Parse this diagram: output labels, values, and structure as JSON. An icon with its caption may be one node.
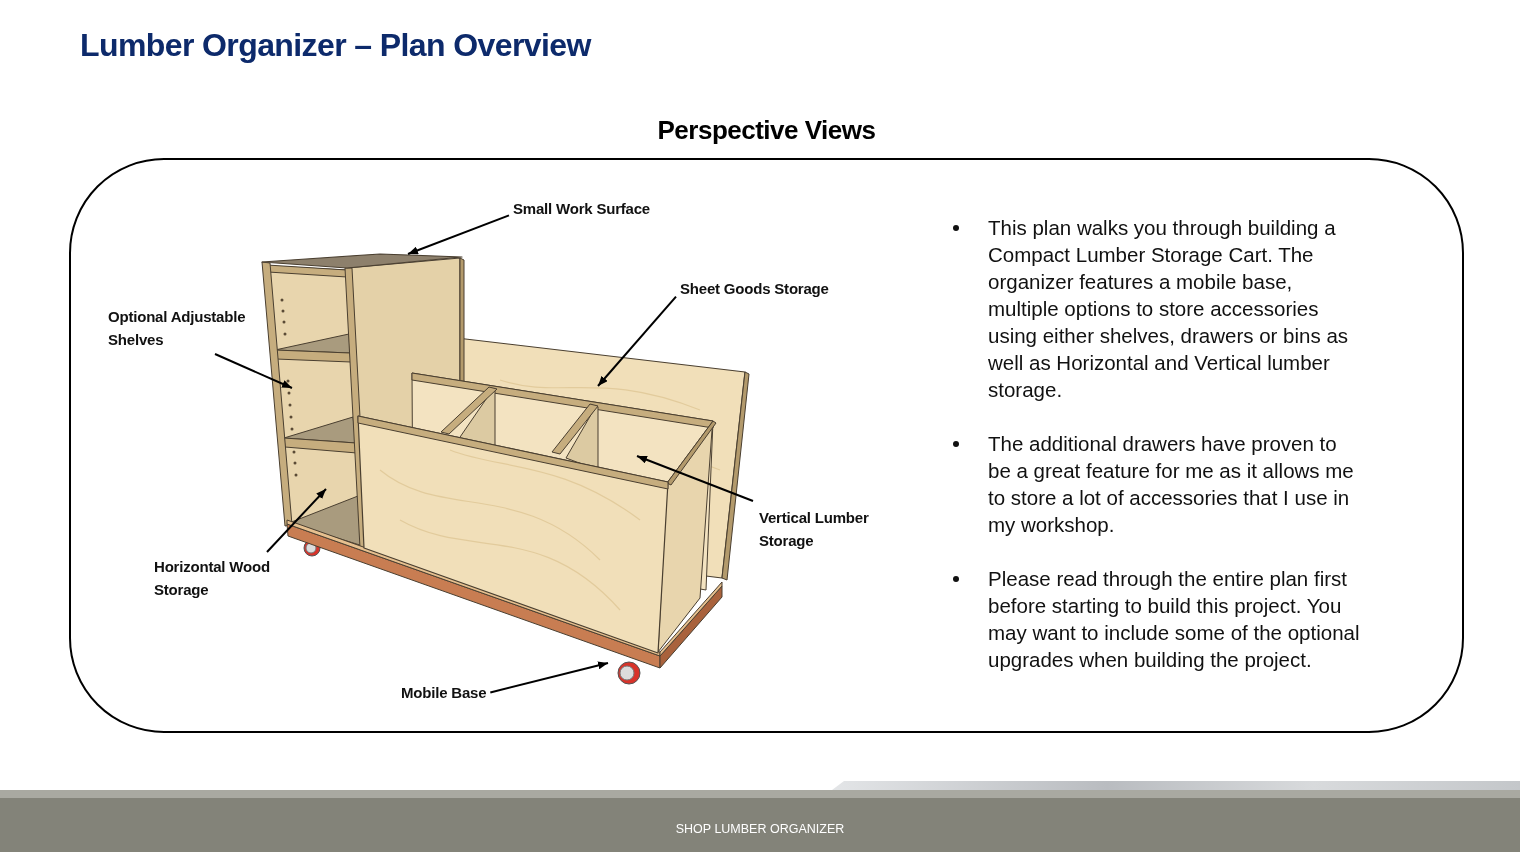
{
  "diagram": {
    "title": "Lumber Organizer – Plan Overview",
    "nodes": [
      {
        "text": [
          "Perspective Views",
          "This plan walks you through building a Compact Lumber Storage Cart. The organizer features a mobile base, multiple options to store accessories using either shelves, drawers or bins as well as Horizontal and Vertical lumber storage.",
          "The additional drawers have proven to be a great feature for me as it allows me to store a lot of accessories that I use in my workshop.",
          "Please read through the entire plan first before starting to build this project. You may want to include some of the optional upgrades when building the project."
        ]
      },
      {
        "text": [
          "Small Work Surface"
        ],
        "in": 0
      },
      {
        "text": [
          "Sheet Goods Storage"
        ],
        "in": 0
      },
      {
        "text": [
          "Optional Adjustable Shelves"
        ],
        "in": 0
      },
      {
        "text": [
          "Vertical Lumber Storage"
        ],
        "in": 0
      },
      {
        "text": [
          "Horizontal Wood Storage"
        ],
        "in": 0
      },
      {
        "text": [
          "Mobile Base"
        ],
        "in": 0
      }
    ],
    "edges": [
      {
        "from": 1,
        "to": null,
        "arrow": "to"
      },
      {
        "from": 2,
        "to": null,
        "arrow": "to"
      },
      {
        "from": 3,
        "to": null,
        "arrow": "to"
      },
      {
        "from": 4,
        "to": null,
        "arrow": "to"
      },
      {
        "from": 5,
        "to": null,
        "arrow": "to"
      },
      {
        "from": 6,
        "to": null,
        "arrow": "to"
      }
    ],
    "labels": [
      "SHOP LUMBER ORGANIZER"
    ]
  }
}
